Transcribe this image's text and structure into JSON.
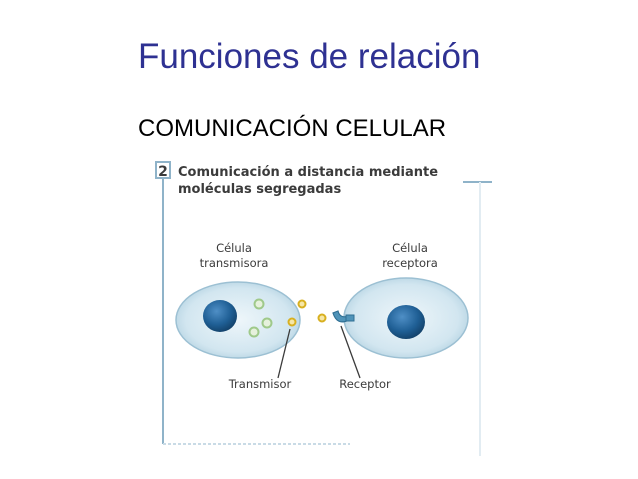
{
  "slide": {
    "title": "Funciones de relación",
    "subtitle": "COMUNICACIÓN CELULAR"
  },
  "figure": {
    "number": "2",
    "heading_line1": "Comunicación a distancia mediante",
    "heading_line2": "moléculas segregadas",
    "cell_left_line1": "Célula",
    "cell_left_line2": "transmisora",
    "cell_right_line1": "Célula",
    "cell_right_line2": "receptora",
    "label_transmitter": "Transmisor",
    "label_receptor": "Receptor"
  },
  "colors": {
    "title": "#2e3192",
    "cell_fill": "#cfe3ee",
    "nucleus": "#1f5f95",
    "signal_molecule": "#d8b020",
    "vesicle": "#9fc98a",
    "frame_line": "#8fb3c9"
  }
}
